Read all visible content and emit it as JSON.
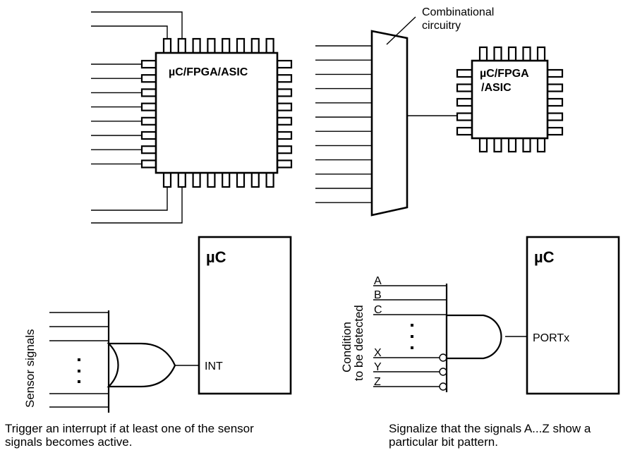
{
  "panels": {
    "top_left": {
      "chip_label": "µC/FPGA/ASIC",
      "pins_per_side": 8,
      "left_inputs_connected": 8,
      "top_inputs_connected": 2,
      "bottom_inputs_connected": 2
    },
    "top_right": {
      "block_label": "Combinational\ncircuitry",
      "block_label_line1": "Combinational",
      "block_label_line2": "circuitry",
      "input_count": 12,
      "chip_label_line1": "µC/FPGA",
      "chip_label_line2": "/ASIC",
      "pins_per_side": 5
    },
    "bottom_left": {
      "mcu_label": "µC",
      "pin_label": "INT",
      "input_group_label": "Sensor signals",
      "gate_type": "OR",
      "ellipsis": "⋮",
      "caption_line1": "Trigger an interrupt if at least one of the sensor",
      "caption_line2": "signals becomes active."
    },
    "bottom_right": {
      "mcu_label": "µC",
      "pin_label": "PORTx",
      "input_group_label_line1": "Condition",
      "input_group_label_line2": "to be detected",
      "gate_type": "AND",
      "signals": [
        {
          "name": "A",
          "inverted": false
        },
        {
          "name": "B",
          "inverted": false
        },
        {
          "name": "C",
          "inverted": false
        },
        {
          "name": "X",
          "inverted": true
        },
        {
          "name": "Y",
          "inverted": true
        },
        {
          "name": "Z",
          "inverted": true
        }
      ],
      "caption_line1": "Signalize that the signals A...Z show a",
      "caption_line2": "particular bit pattern."
    }
  }
}
